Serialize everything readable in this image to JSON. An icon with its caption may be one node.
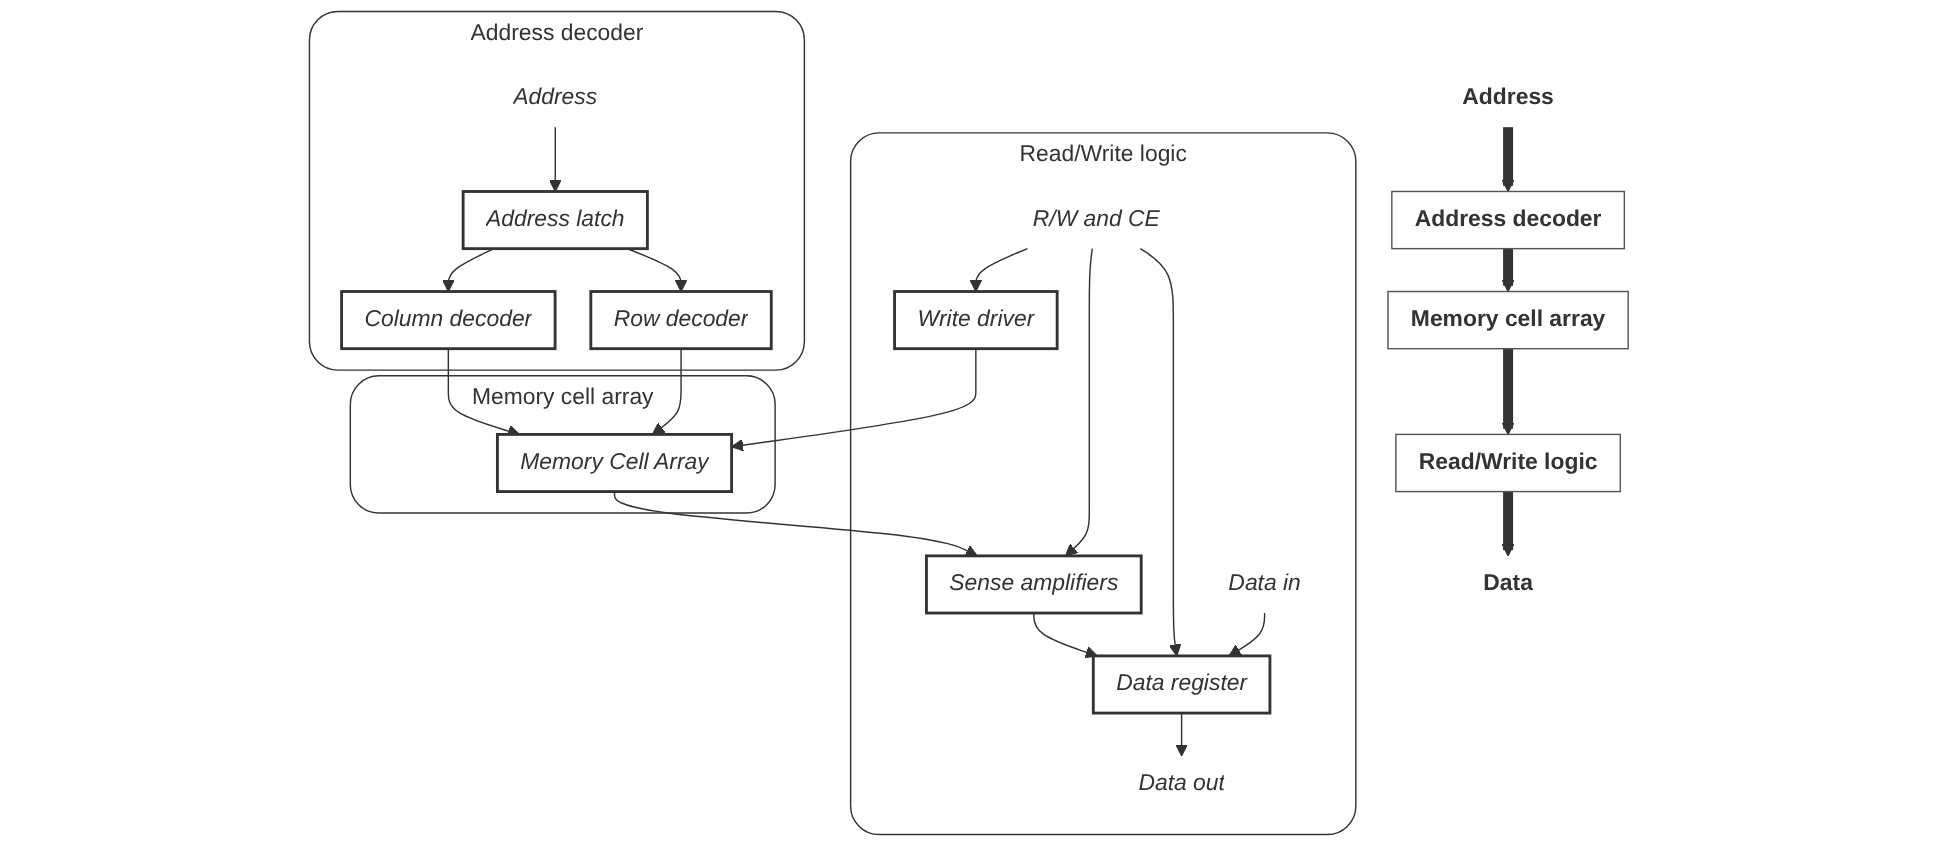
{
  "diagram": {
    "nodes": [
      {
        "text": [
          "Address decoder"
        ]
      },
      {
        "text": [
          "Address"
        ],
        "in": 0
      },
      {
        "text": [
          "Address latch"
        ],
        "in": 0
      },
      {
        "text": [
          "Column decoder"
        ],
        "in": 0
      },
      {
        "text": [
          "Row decoder"
        ],
        "in": 0
      },
      {
        "text": [
          "Memory cell array"
        ]
      },
      {
        "text": [
          "Memory Cell Array"
        ],
        "in": 5
      },
      {
        "text": [
          "Read/Write logic"
        ]
      },
      {
        "text": [
          "Write driver"
        ],
        "in": 7
      },
      {
        "text": [
          "Sense amplifiers"
        ],
        "in": 7
      },
      {
        "text": [
          "Data register"
        ],
        "in": 7
      },
      {
        "text": [
          "R/W and CE"
        ],
        "in": 7
      },
      {
        "text": [
          "Data out"
        ],
        "in": 7
      },
      {
        "text": [
          "Data in"
        ],
        "in": 7
      },
      {
        "text": [
          "Address"
        ]
      },
      {
        "text": [
          "Address decoder"
        ]
      },
      {
        "text": [
          "Memory cell array"
        ]
      },
      {
        "text": [
          "Read/Write logic"
        ]
      },
      {
        "text": [
          "Data"
        ]
      }
    ],
    "edges": [
      {
        "from": 1,
        "to": 2,
        "arrow": "to"
      },
      {
        "from": 2,
        "to": 3,
        "arrow": "to"
      },
      {
        "from": 2,
        "to": 4,
        "arrow": "to"
      },
      {
        "from": 3,
        "to": 6,
        "arrow": "to"
      },
      {
        "from": 4,
        "to": 6,
        "arrow": "to"
      },
      {
        "from": 8,
        "to": 6,
        "arrow": "to"
      },
      {
        "from": 6,
        "to": 9,
        "arrow": "to"
      },
      {
        "from": 9,
        "to": 10,
        "arrow": "to"
      },
      {
        "from": 11,
        "to": 8,
        "arrow": "to"
      },
      {
        "from": 11,
        "to": 10,
        "arrow": "to"
      },
      {
        "from": 11,
        "to": 9,
        "arrow": "to"
      },
      {
        "from": 10,
        "to": 12,
        "arrow": "to"
      },
      {
        "from": 13,
        "to": 10,
        "arrow": "to"
      },
      {
        "from": 14,
        "to": 15,
        "arrow": "to",
        "style": "thick"
      },
      {
        "from": 15,
        "to": 16,
        "arrow": "to",
        "style": "thick"
      },
      {
        "from": 16,
        "to": 17,
        "arrow": "to",
        "style": "thick"
      },
      {
        "from": 17,
        "to": 18,
        "arrow": "to",
        "style": "thick"
      }
    ]
  }
}
